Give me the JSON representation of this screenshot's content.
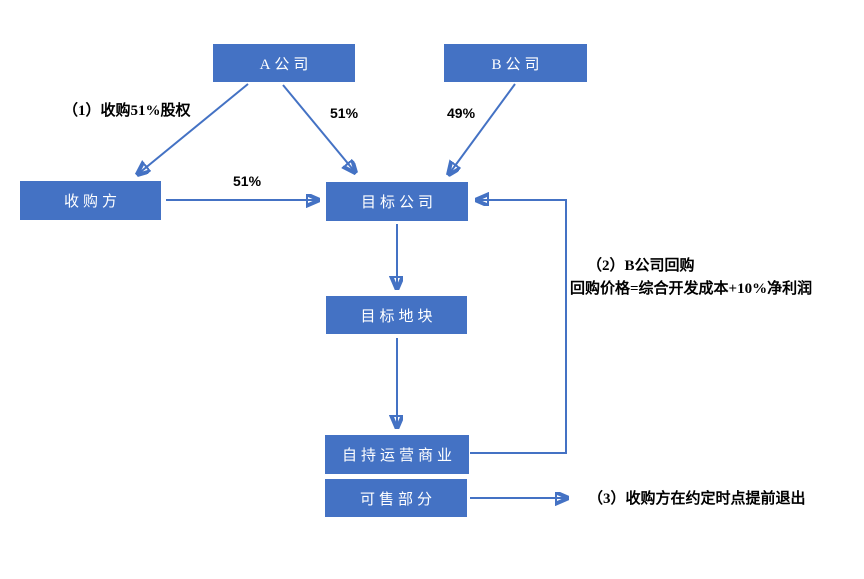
{
  "diagram": {
    "nodes": {
      "company_a": {
        "label": "A公司"
      },
      "company_b": {
        "label": "B公司"
      },
      "acquirer": {
        "label": "收购方"
      },
      "target_company": {
        "label": "目标公司"
      },
      "target_land": {
        "label": "目标地块"
      },
      "self_held_business": {
        "label": "自持运营商业"
      },
      "saleable_portion": {
        "label": "可售部分"
      }
    },
    "labels": {
      "step1": "（1）收购51%股权",
      "a_to_target_pct": "51%",
      "b_to_target_pct": "49%",
      "acquirer_to_target_pct": "51%",
      "step2_line1": "（2）B公司回购",
      "step2_line2": "回购价格=综合开发成本+10%净利润",
      "step3": "（3）收购方在约定时点提前退出"
    }
  },
  "theme": {
    "node_fill": "#4472C4",
    "node_text": "#FFFFFF",
    "arrow": "#4472C4",
    "label_text": "#000000",
    "page_bg": "#FFFFFF"
  }
}
